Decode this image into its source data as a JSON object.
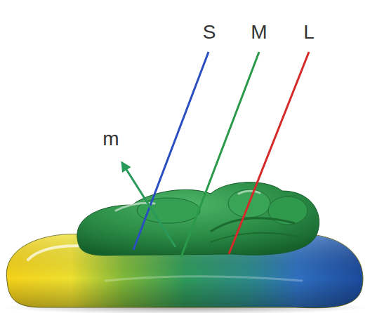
{
  "diagram": {
    "labels": [
      "S",
      "M",
      "L",
      "m"
    ]
  }
}
